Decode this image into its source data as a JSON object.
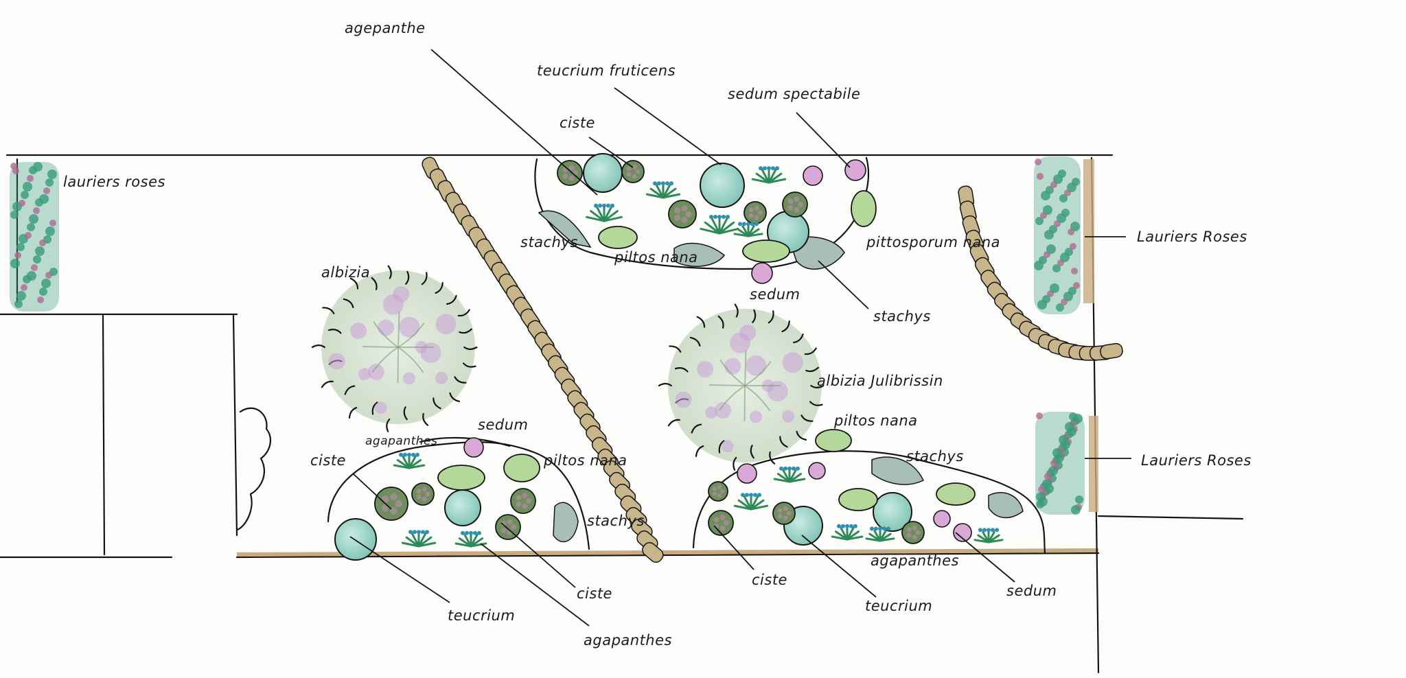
{
  "labels": {
    "lauriers_roses_left": "lauriers roses",
    "agepanthe": "agepanthe",
    "teucrium_fruticens": "teucrium fruticens",
    "sedum_spectabile": "sedum spectabile",
    "ciste_top": "ciste",
    "stachys_top_left": "stachys",
    "piltos_nana_top": "piltos nana",
    "sedum_top": "sedum",
    "pittosporum_nana": "pittosporum nana",
    "stachys_top_right": "stachys",
    "lauriers_roses_top_right": "Lauriers Roses",
    "albizia": "albizia",
    "albizia_julibrissin": "albizia Julibrissin",
    "agapanthes_left": "agapanthes",
    "sedum_left": "sedum",
    "ciste_left": "ciste",
    "piltos_nana_left": "piltos nana",
    "stachys_left": "stachys",
    "ciste_left_bottom": "ciste",
    "teucrium_left": "teucrium",
    "agapanthes_left_bottom": "agapanthes",
    "piltos_nana_right": "piltos nana",
    "stachys_right": "stachys",
    "lauriers_roses_bottom_right": "Lauriers Roses",
    "ciste_right": "ciste",
    "agapanthes_right": "agapanthes",
    "teucrium_right": "teucrium",
    "sedum_right": "sedum"
  },
  "colors": {
    "ink": "#141414",
    "teucrium": "#9fd3c7",
    "pittosporum": "#b3d89a",
    "sedum": "#d9a8d6",
    "ciste": "#6e8f5d",
    "agapanthe": "#2e8b57",
    "albizia_foliage": "#cfdcc4",
    "albizia_flower": "#c9a0d8",
    "stepping_stone": "#c8b58a",
    "oleander": "#3a9b7a",
    "oleander_flower": "#b06a94",
    "paving_edge": "#c8ab7e"
  }
}
